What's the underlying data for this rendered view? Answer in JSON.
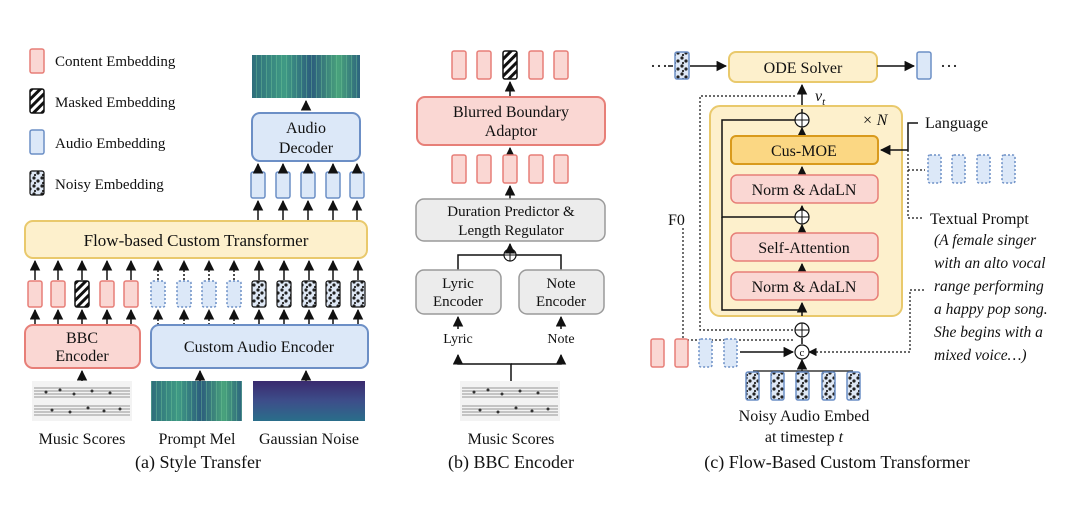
{
  "legend": {
    "content": "Content Embedding",
    "masked": "Masked Embedding",
    "audio": "Audio Embedding",
    "noisy": "Noisy Embedding"
  },
  "panel_a": {
    "audio_decoder_line1": "Audio",
    "audio_decoder_line2": "Decoder",
    "flow_transformer": "Flow-based Custom Transformer",
    "bbc_line1": "BBC",
    "bbc_line2": "Encoder",
    "custom_audio_encoder": "Custom Audio Encoder",
    "label_scores": "Music Scores",
    "label_prompt": "Prompt Mel",
    "label_noise": "Gaussian Noise",
    "caption": "(a) Style Transfer"
  },
  "panel_b": {
    "adaptor_line1": "Blurred Boundary",
    "adaptor_line2": "Adaptor",
    "duration_line1": "Duration Predictor &",
    "duration_line2": "Length Regulator",
    "plus": "⊕",
    "lyric_enc_line1": "Lyric",
    "lyric_enc_line2": "Encoder",
    "note_enc_line1": "Note",
    "note_enc_line2": "Encoder",
    "lyric": "Lyric",
    "note": "Note",
    "label_scores": "Music Scores",
    "caption": "(b) BBC Encoder"
  },
  "panel_c": {
    "dots": "···",
    "ode_solver": "ODE Solver",
    "vt": "v",
    "vt_sub": "t",
    "times_n": "× N",
    "cus_moe": "Cus-MOE",
    "norm1": "Norm & AdaLN",
    "self_attention": "Self-Attention",
    "norm2": "Norm & AdaLN",
    "language": "Language",
    "f0": "F0",
    "textual_prompt": "Textual Prompt",
    "prompt_lines": [
      "(A female singer",
      "with an alto vocal",
      "range performing",
      "a happy pop song.",
      "She begins with a",
      "mixed voice…)"
    ],
    "noisy_line1": "Noisy Audio Embed",
    "noisy_line2": "at timestep",
    "noisy_t": "t",
    "concat": "c",
    "caption": "(c) Flow-Based Custom Transformer"
  },
  "colors": {
    "content_fill": "#fad7d3",
    "content_stroke": "#e77f78",
    "audio_fill": "#dce8f8",
    "audio_stroke": "#6c8fc6",
    "yellow_fill": "#fdf0cc",
    "yellow_stroke": "#e9c96c",
    "moe_fill": "#fbd783",
    "moe_stroke": "#d99a1c",
    "gray_fill": "#ececec",
    "gray_stroke": "#9a9a9a"
  }
}
